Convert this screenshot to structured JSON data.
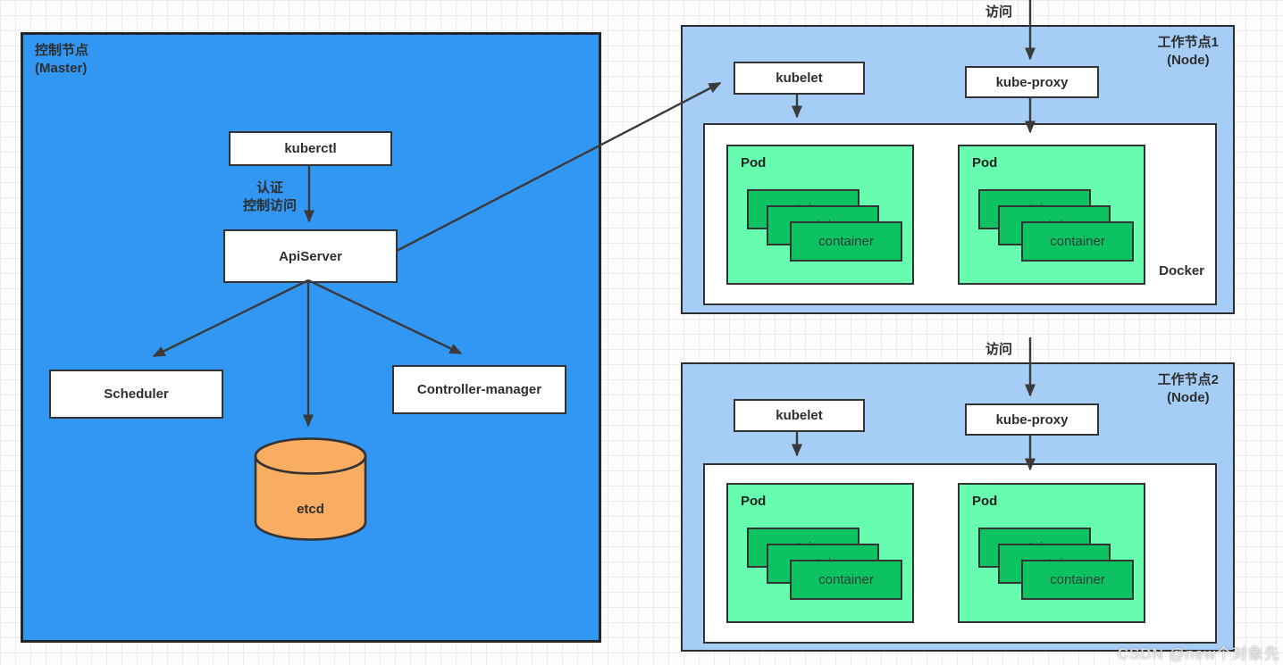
{
  "master": {
    "title": "控制节点",
    "subtitle": "(Master)",
    "kuberctl": "kuberctl",
    "auth_line1": "认证",
    "auth_line2": "控制访问",
    "apiserver": "ApiServer",
    "scheduler": "Scheduler",
    "controller_manager": "Controller-manager",
    "etcd": "etcd"
  },
  "nodes": [
    {
      "title": "工作节点1",
      "subtitle": "(Node)",
      "access": "访问",
      "kubelet": "kubelet",
      "kube_proxy": "kube-proxy",
      "docker": "Docker",
      "pods": [
        {
          "label": "Pod",
          "container": "container"
        },
        {
          "label": "Pod",
          "container": "container"
        }
      ]
    },
    {
      "title": "工作节点2",
      "subtitle": "(Node)",
      "access": "访问",
      "kubelet": "kubelet",
      "kube_proxy": "kube-proxy",
      "pods": [
        {
          "label": "Pod",
          "container": "container"
        },
        {
          "label": "Pod",
          "container": "container"
        }
      ]
    }
  ],
  "watermark": "CSDN @new个对象先",
  "colors": {
    "master_fill": "#3296F3",
    "node_fill": "#A6CDF6",
    "pod_fill": "#66FDAE",
    "container_fill": "#0CC261",
    "etcd_fill": "#F9AD62",
    "border": "#333333",
    "arrow": "#3A3A3A"
  }
}
